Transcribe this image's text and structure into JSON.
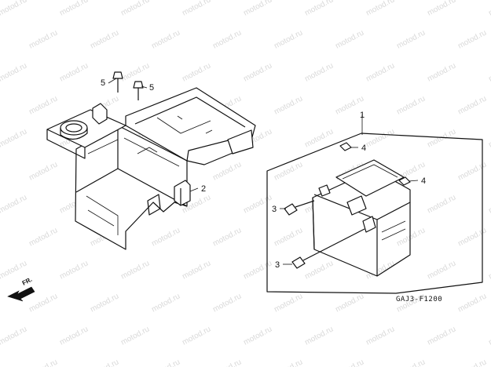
{
  "watermark": {
    "text": "motod.ru"
  },
  "callouts": {
    "battery": "1",
    "box_clip": "2",
    "bolt_left": "3",
    "bolt_right": "3",
    "nut_top": "4",
    "nut_right": "4",
    "screw_left": "5",
    "screw_right": "5"
  },
  "direction_label": "FR.",
  "figure_code": "GAJ3-F1200"
}
